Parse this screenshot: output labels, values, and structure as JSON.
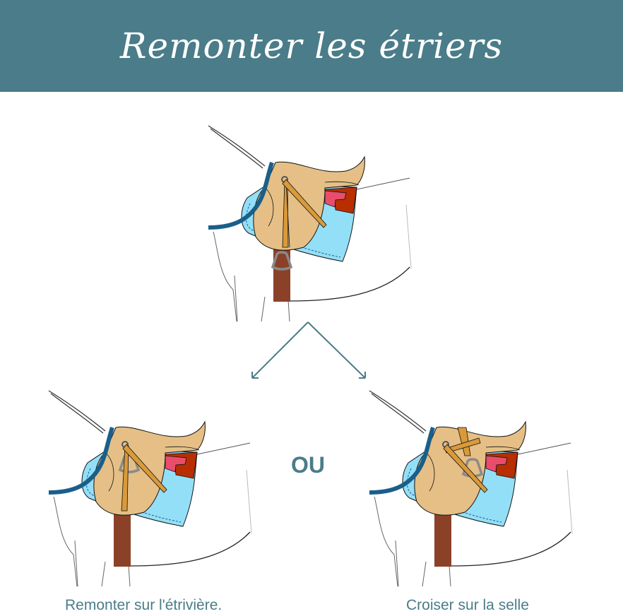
{
  "header": {
    "title": "Remonter les étriers"
  },
  "separator": "OU",
  "options": [
    {
      "caption": "Remonter sur l'étrivière."
    },
    {
      "caption": "Croiser sur la selle"
    }
  ],
  "colors": {
    "header": "#4a7c89",
    "saddle": "#e5bf86",
    "pad": "#94dff8",
    "leather": "#d99a3a",
    "girth": "#8b4128",
    "rein": "#1a5f8a",
    "stirrup": "#8a8a8a"
  }
}
